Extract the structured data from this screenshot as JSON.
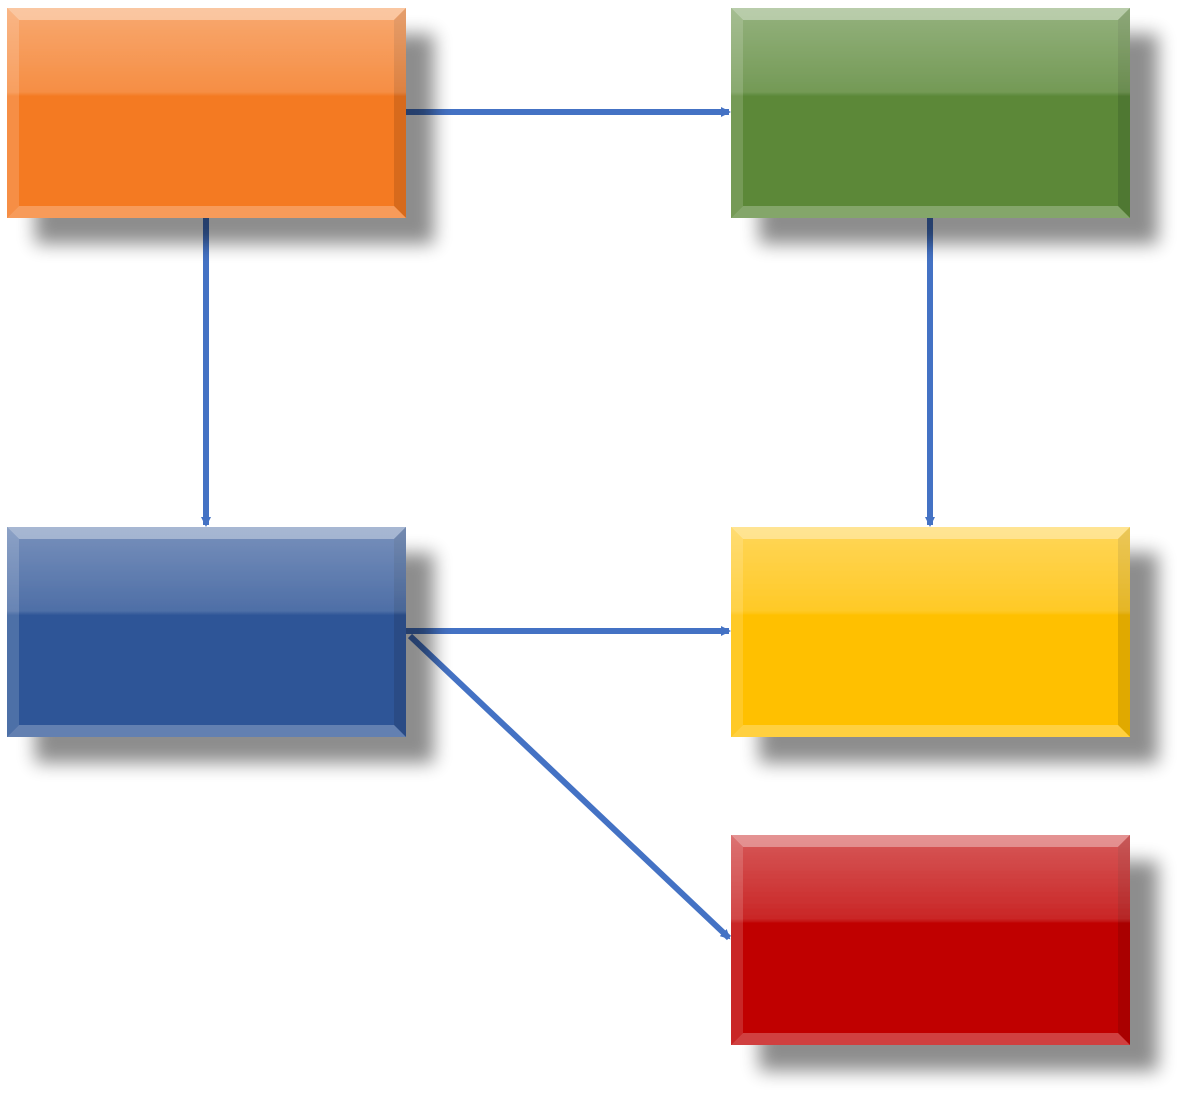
{
  "diagram": {
    "nodes": [
      {
        "id": "orange-box",
        "color": "#f47a23",
        "label": ""
      },
      {
        "id": "green-box",
        "color": "#5b8838",
        "label": ""
      },
      {
        "id": "blue-box",
        "color": "#2f5597",
        "label": ""
      },
      {
        "id": "yellow-box",
        "color": "#ffc000",
        "label": ""
      },
      {
        "id": "red-box",
        "color": "#c00000",
        "label": ""
      }
    ],
    "edges": [
      {
        "from": "orange-box",
        "to": "green-box"
      },
      {
        "from": "orange-box",
        "to": "blue-box"
      },
      {
        "from": "green-box",
        "to": "yellow-box"
      },
      {
        "from": "blue-box",
        "to": "yellow-box"
      },
      {
        "from": "blue-box",
        "to": "red-box"
      }
    ],
    "edge_color": "#4472c4"
  }
}
